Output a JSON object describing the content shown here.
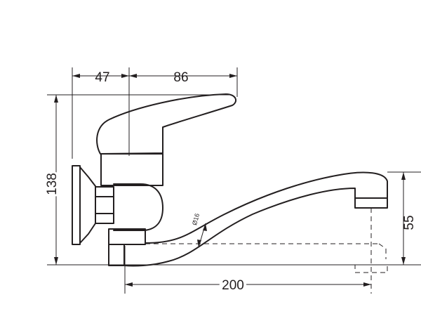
{
  "dimensions": {
    "lever_offset": "47",
    "lever_length": "86",
    "total_height": "138",
    "spout_height": "55",
    "spout_reach": "200",
    "spout_diameter": "Ø16"
  }
}
